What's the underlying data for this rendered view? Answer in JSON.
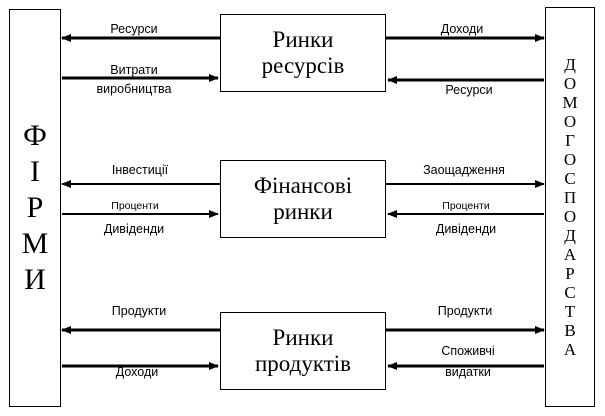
{
  "firms": {
    "letters": [
      "Ф",
      "І",
      "Р",
      "М",
      "И"
    ]
  },
  "households": {
    "letters": [
      "Д",
      "О",
      "М",
      "О",
      "Г",
      "О",
      "С",
      "П",
      "О",
      "Д",
      "А",
      "Р",
      "С",
      "Т",
      "В",
      "А"
    ]
  },
  "markets": {
    "resources": {
      "line1": "Ринки",
      "line2": "ресурсів"
    },
    "financial": {
      "line1": "Фінансові",
      "line2": "ринки"
    },
    "products": {
      "line1": "Ринки",
      "line2": "продуктів"
    }
  },
  "flows": {
    "resources_left_top": "Ресурси",
    "resources_left_bottom_1": "Витрати",
    "resources_left_bottom_2": "виробництва",
    "resources_right_top": "Доходи",
    "resources_right_bottom": "Ресурси",
    "financial_left_top": "Інвестиції",
    "financial_left_bottom_1": "Проценти",
    "financial_left_bottom_2": "Дивіденди",
    "financial_right_top": "Заощадження",
    "financial_right_bottom_1": "Проценти",
    "financial_right_bottom_2": "Дивіденди",
    "products_left_top": "Продукти",
    "products_left_bottom": "Доходи",
    "products_right_top": "Продукти",
    "products_right_bottom_1": "Споживчі",
    "products_right_bottom_2": "видатки"
  }
}
